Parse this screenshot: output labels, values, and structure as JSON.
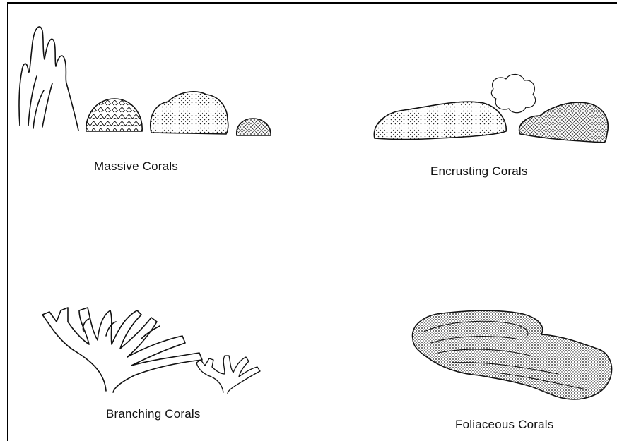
{
  "labels": {
    "massive": "Massive Corals",
    "encrusting": "Encrusting Corals",
    "branching": "Branching Corals",
    "foliaceous": "Foliaceous Corals"
  },
  "icons": [
    "pillar-coral-icon",
    "brain-coral-icon",
    "boulder-coral-icon",
    "small-dome-coral-icon",
    "flat-encrusting-coral-icon",
    "lobed-encrusting-coral-icon",
    "spotted-encrusting-coral-icon",
    "large-branching-coral-icon",
    "small-branching-coral-icon",
    "layered-foliaceous-coral-icon"
  ],
  "colors": {
    "ink": "#111111",
    "background": "#ffffff"
  }
}
